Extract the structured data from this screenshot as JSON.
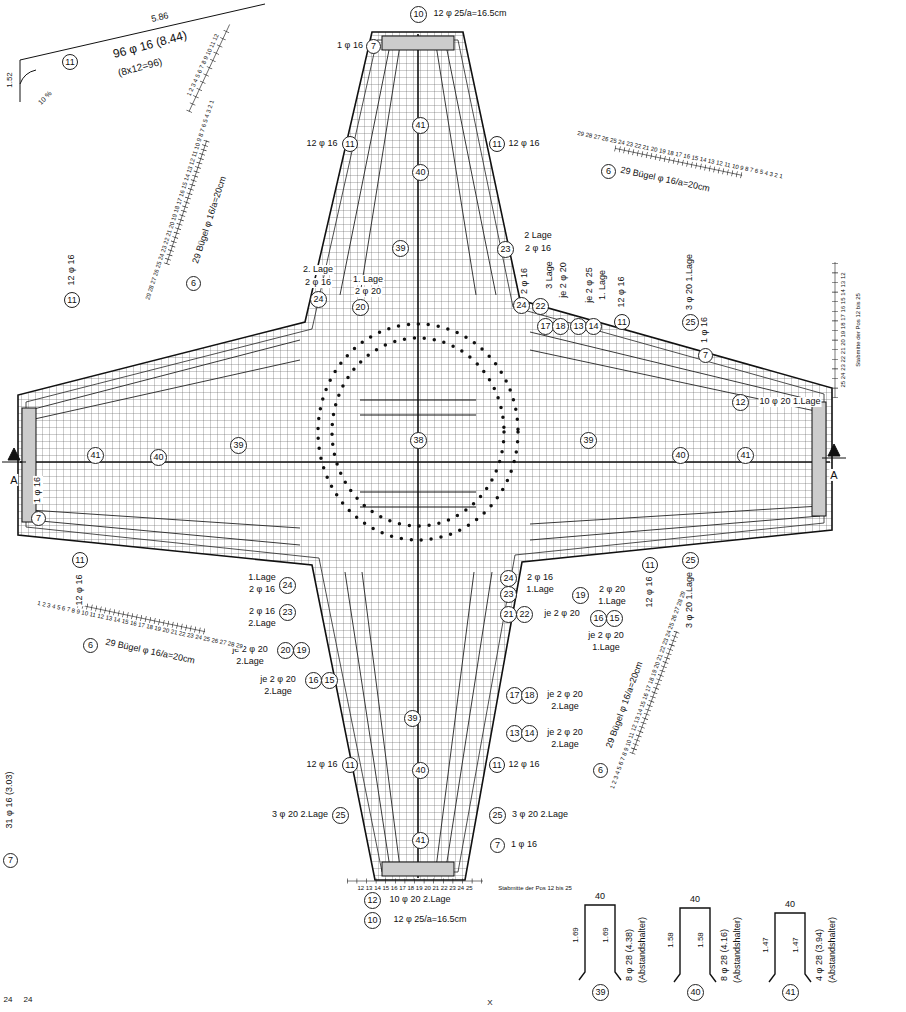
{
  "diagram": {
    "nodes": [
      {
        "text": [
          "10"
        ]
      },
      {
        "text": [
          "11"
        ]
      },
      {
        "text": [
          "7"
        ]
      },
      {
        "text": [
          "11"
        ]
      },
      {
        "text": [
          "11"
        ]
      },
      {
        "text": [
          "6"
        ]
      },
      {
        "text": [
          "6"
        ]
      },
      {
        "text": [
          "41"
        ]
      },
      {
        "text": [
          "40"
        ]
      },
      {
        "text": [
          "39"
        ]
      },
      {
        "text": [
          "23"
        ]
      },
      {
        "text": [
          "24"
        ]
      },
      {
        "text": [
          "20"
        ]
      },
      {
        "text": [
          "24"
        ]
      },
      {
        "text": [
          "22"
        ]
      },
      {
        "text": [
          "17"
        ]
      },
      {
        "text": [
          "18"
        ]
      },
      {
        "text": [
          "13"
        ]
      },
      {
        "text": [
          "14"
        ]
      },
      {
        "text": [
          "11"
        ]
      },
      {
        "text": [
          "25"
        ]
      },
      {
        "text": [
          "7"
        ]
      },
      {
        "text": [
          "12"
        ]
      },
      {
        "text": [
          "11"
        ]
      },
      {
        "text": [
          "41"
        ]
      },
      {
        "text": [
          "40"
        ]
      },
      {
        "text": [
          "39"
        ]
      },
      {
        "text": [
          "38"
        ]
      },
      {
        "text": [
          "39"
        ]
      },
      {
        "text": [
          "40"
        ]
      },
      {
        "text": [
          "41"
        ]
      },
      {
        "text": [
          "7"
        ]
      },
      {
        "text": [
          "11"
        ]
      },
      {
        "text": [
          "24"
        ]
      },
      {
        "text": [
          "23"
        ]
      },
      {
        "text": [
          "20"
        ]
      },
      {
        "text": [
          "19"
        ]
      },
      {
        "text": [
          "16"
        ]
      },
      {
        "text": [
          "15"
        ]
      },
      {
        "text": [
          "24"
        ]
      },
      {
        "text": [
          "23"
        ]
      },
      {
        "text": [
          "21"
        ]
      },
      {
        "text": [
          "22"
        ]
      },
      {
        "text": [
          "19"
        ]
      },
      {
        "text": [
          "16"
        ]
      },
      {
        "text": [
          "15"
        ]
      },
      {
        "text": [
          "11"
        ]
      },
      {
        "text": [
          "25"
        ]
      },
      {
        "text": [
          "6"
        ]
      },
      {
        "text": [
          "17"
        ]
      },
      {
        "text": [
          "18"
        ]
      },
      {
        "text": [
          "13"
        ]
      },
      {
        "text": [
          "14"
        ]
      },
      {
        "text": [
          "6"
        ]
      },
      {
        "text": [
          "39"
        ]
      },
      {
        "text": [
          "40"
        ]
      },
      {
        "text": [
          "41"
        ]
      },
      {
        "text": [
          "11"
        ]
      },
      {
        "text": [
          "11"
        ]
      },
      {
        "text": [
          "25"
        ]
      },
      {
        "text": [
          "25"
        ]
      },
      {
        "text": [
          "7"
        ]
      },
      {
        "text": [
          "12"
        ]
      },
      {
        "text": [
          "10"
        ]
      },
      {
        "text": [
          "7"
        ]
      },
      {
        "text": [
          "39"
        ]
      },
      {
        "text": [
          "40"
        ]
      },
      {
        "text": [
          "41"
        ]
      }
    ],
    "labels": [
      "5.86",
      "1.52",
      "10 %",
      "96 φ 16 (8.44)",
      "(8x12=96)",
      "1 2 3 4 5 6 7 8 9 10 11 12",
      "12 φ 25/a=16.5cm",
      "1 φ 16",
      "12 φ 16",
      "12 φ 16",
      "29 Bügel φ 16/a=20cm",
      "29 28 27 26 25 24 23 22 21 20 19 18 17 16 15 14 13 12 11 10 9 8 7 6 5 4 3 2 1",
      "29 Bügel φ 16/a=20cm",
      "29 28 27 26 25 24 23 22 21 20 19 18 17 16 15 14 13 12 11 10 9 8 7 6 5 4 3 2 1",
      "2 Lage",
      "2 φ 16",
      "2. Lage",
      "2 φ 16",
      "1. Lage",
      "2 φ 20",
      "2 φ 16",
      "3 Lage",
      "je 2 φ 20",
      "je 2 φ 25",
      "1. Lage",
      "12 φ 16",
      "3 φ 20 1.Lage",
      "1 φ 16",
      "25 24 23 22 21 20 19 18 17 16 15 14 13 12",
      "Stabmitte der Pos 12 bis 25",
      "A",
      "A",
      "10 φ 20 1.Lage",
      "12 φ 16",
      "1 φ 16",
      "12 φ 16",
      "1.Lage",
      "2 φ 16",
      "2 φ 16",
      "2.Lage",
      "je 2 φ 20",
      "2.Lage",
      "je 2 φ 20",
      "2.Lage",
      "1 2 3 4 5 6 7 8 9 10 11 12 13 14 15 16 17 18 19 20 21 22 23 24 25 26 27 28 29",
      "29 Bügel φ 16/a=20cm",
      "2 φ 16",
      "1.Lage",
      "je 2 φ 20",
      "2 φ 20",
      "1.Lage",
      "je 2 φ 20",
      "1.Lage",
      "12 φ 16",
      "3 φ 20 1.Lage",
      "je 2 φ 20",
      "2.Lage",
      "je 2 φ 20",
      "2.Lage",
      "1 2 3 4 5 6 7 8 9 10 11 12 13 14 15 16 17 18 19 20 21 22 23 24 25 26 27 28 29",
      "29 Bügel φ 16/a=20cm",
      "12 φ 16",
      "12 φ 16",
      "3 φ 20 2.Lage",
      "3 φ 20 2.Lage",
      "1 φ 16",
      "12 13 14 15 16 17 18 19 20 21 22 23 24 25",
      "Stabmitte der Pos 12 bis 25",
      "10 φ 20 2.Lage",
      "12 φ 25/a=16.5cm",
      "40",
      "1.69",
      "1.69",
      "8 φ 28 (4.38)",
      "(Abstandshalter)",
      "40",
      "1.58",
      "1.58",
      "8 φ 28 (4.16)",
      "(Abstandshalter)",
      "40",
      "1.47",
      "1.47",
      "4 φ 28 (3.94)",
      "(Abstandshalter)",
      "31 φ 16 (3.03)",
      "24",
      "24",
      "X"
    ]
  }
}
